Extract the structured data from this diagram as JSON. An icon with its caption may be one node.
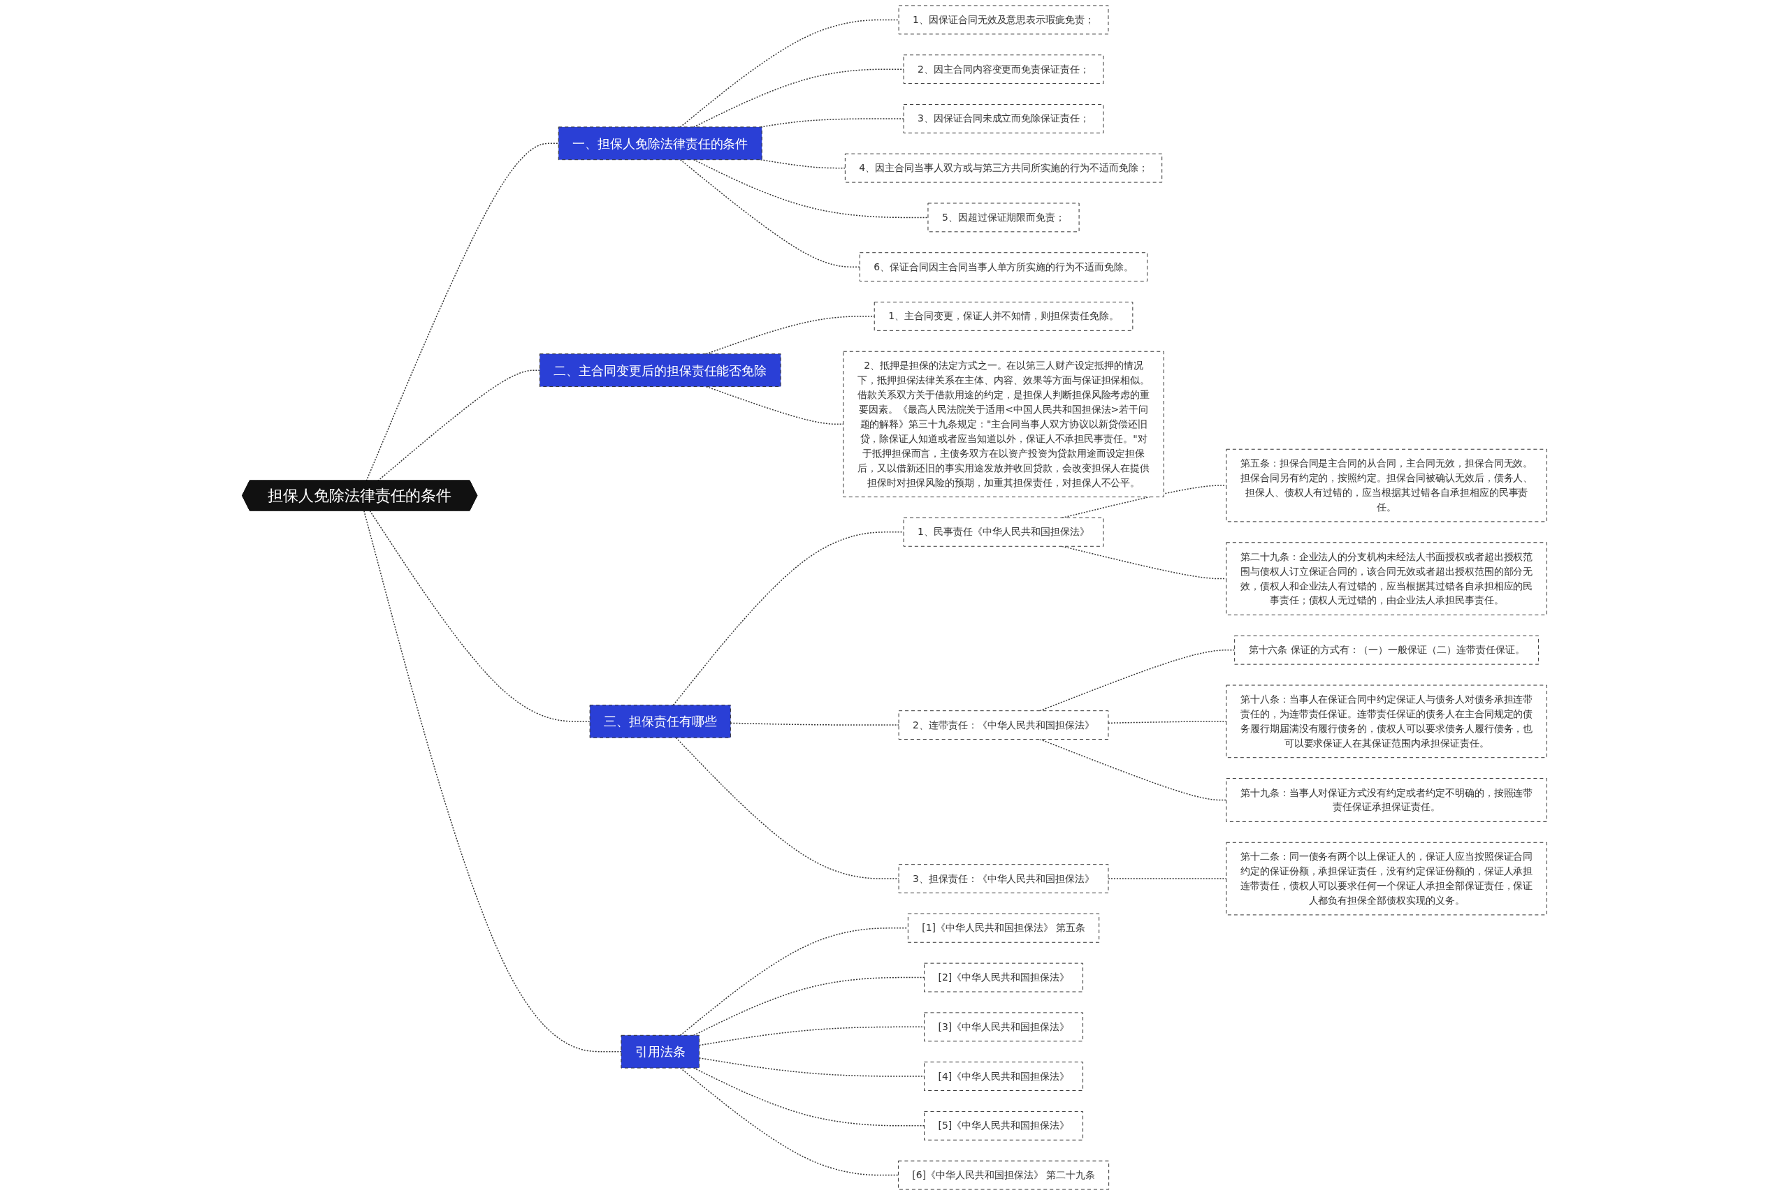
{
  "diagram": {
    "nodes": [
      {
        "text": [
          "担保人免除法律责任的条件"
        ]
      },
      {
        "text": [
          "一、担保人免除法律责任的条件"
        ]
      },
      {
        "text": [
          "1、因保证合同无效及意思表示瑕疵免责；"
        ]
      },
      {
        "text": [
          "2、因主合同内容变更而免责保证责任；"
        ]
      },
      {
        "text": [
          "3、因保证合同未成立而免除保证责任；"
        ]
      },
      {
        "text": [
          "4、因主合同当事人双方或与第三方共同所实施的行为不适而免除；"
        ]
      },
      {
        "text": [
          "5、因超过保证期限而免责；"
        ]
      },
      {
        "text": [
          "6、保证合同因主合同当事人单方所实施的行为不适而免除。"
        ]
      },
      {
        "text": [
          "二、主合同变更后的担保责任能否免除"
        ]
      },
      {
        "text": [
          "1、主合同变更，保证人并不知情，则担保责任免除。"
        ]
      },
      {
        "text": [
          "2、抵押是担保的法定方式之一。在以第三人财产设定抵押的情况下，抵押担保法律关系在主体、内容、效果等方面与保证担保相似。借款关系双方关于借款用途的约定，是担保人判断担保风险考虑的重要因素。《最高人民法院关于适用<中国人民共和国担保法>若干问题的解释》第三十九条规定：\"主合同当事人双方协议以新贷偿还旧贷，除保证人知道或者应当知道以外，保证人不承担民事责任。\"对于抵押担保而言，主债务双方在以资产投资为贷款用途而设定担保后，又以借新还旧的事实用途发放并收回贷款，会改变担保人在提供担保时对担保风险的预期，加重其担保责任，对担保人不公平。"
        ]
      },
      {
        "text": [
          "三、担保责任有哪些"
        ]
      },
      {
        "text": [
          "1、民事责任《中华人民共和国担保法》"
        ]
      },
      {
        "text": [
          "第五条：担保合同是主合同的从合同，主合同无效，担保合同无效。担保合同另有约定的，按照约定。担保合同被确认无效后，债务人、担保人、债权人有过错的，应当根据其过错各自承担相应的民事责任。"
        ]
      },
      {
        "text": [
          "第二十九条：企业法人的分支机构未经法人书面授权或者超出授权范围与债权人订立保证合同的，该合同无效或者超出授权范围的部分无效，债权人和企业法人有过错的，应当根据其过错各自承担相应的民事责任；债权人无过错的，由企业法人承担民事责任。"
        ]
      },
      {
        "text": [
          "2、连带责任：《中华人民共和国担保法》"
        ]
      },
      {
        "text": [
          "第十六条 保证的方式有：（一）一般保证（二）连带责任保证。"
        ]
      },
      {
        "text": [
          "第十八条：当事人在保证合同中约定保证人与债务人对债务承担连带责任的，为连带责任保证。连带责任保证的债务人在主合同规定的债务履行期届满没有履行债务的，债权人可以要求债务人履行债务，也可以要求保证人在其保证范围内承担保证责任。"
        ]
      },
      {
        "text": [
          "第十九条：当事人对保证方式没有约定或者约定不明确的，按照连带责任保证承担保证责任。"
        ]
      },
      {
        "text": [
          "3、担保责任：《中华人民共和国担保法》"
        ]
      },
      {
        "text": [
          "第十二条：同一债务有两个以上保证人的，保证人应当按照保证合同约定的保证份额，承担保证责任，没有约定保证份额的，保证人承担连带责任，债权人可以要求任何一个保证人承担全部保证责任，保证人都负有担保全部债权实现的义务。"
        ]
      },
      {
        "text": [
          "引用法条"
        ]
      },
      {
        "text": [
          "[1]《中华人民共和国担保法》 第五条"
        ]
      },
      {
        "text": [
          "[2]《中华人民共和国担保法》"
        ]
      },
      {
        "text": [
          "[3]《中华人民共和国担保法》"
        ]
      },
      {
        "text": [
          "[4]《中华人民共和国担保法》"
        ]
      },
      {
        "text": [
          "[5]《中华人民共和国担保法》"
        ]
      },
      {
        "text": [
          "[6]《中华人民共和国担保法》 第二十九条"
        ]
      }
    ],
    "edges": [
      {
        "from": 0,
        "to": 1,
        "arrow": "none",
        "style": "dashed"
      },
      {
        "from": 1,
        "to": 2,
        "arrow": "none",
        "style": "dashed"
      },
      {
        "from": 1,
        "to": 3,
        "arrow": "none",
        "style": "dashed"
      },
      {
        "from": 1,
        "to": 4,
        "arrow": "none",
        "style": "dashed"
      },
      {
        "from": 1,
        "to": 5,
        "arrow": "none",
        "style": "dashed"
      },
      {
        "from": 1,
        "to": 6,
        "arrow": "none",
        "style": "dashed"
      },
      {
        "from": 1,
        "to": 7,
        "arrow": "none",
        "style": "dashed"
      },
      {
        "from": 0,
        "to": 8,
        "arrow": "none",
        "style": "dashed"
      },
      {
        "from": 8,
        "to": 9,
        "arrow": "none",
        "style": "dashed"
      },
      {
        "from": 8,
        "to": 10,
        "arrow": "none",
        "style": "dashed"
      },
      {
        "from": 0,
        "to": 11,
        "arrow": "none",
        "style": "dashed"
      },
      {
        "from": 11,
        "to": 12,
        "arrow": "none",
        "style": "dashed"
      },
      {
        "from": 12,
        "to": 13,
        "arrow": "none",
        "style": "dashed"
      },
      {
        "from": 12,
        "to": 14,
        "arrow": "none",
        "style": "dashed"
      },
      {
        "from": 11,
        "to": 15,
        "arrow": "none",
        "style": "dashed"
      },
      {
        "from": 15,
        "to": 16,
        "arrow": "none",
        "style": "dashed"
      },
      {
        "from": 15,
        "to": 17,
        "arrow": "none",
        "style": "dashed"
      },
      {
        "from": 15,
        "to": 18,
        "arrow": "none",
        "style": "dashed"
      },
      {
        "from": 11,
        "to": 19,
        "arrow": "none",
        "style": "dashed"
      },
      {
        "from": 19,
        "to": 20,
        "arrow": "none",
        "style": "dashed"
      },
      {
        "from": 0,
        "to": 21,
        "arrow": "none",
        "style": "dashed"
      },
      {
        "from": 21,
        "to": 22,
        "arrow": "none",
        "style": "dashed"
      },
      {
        "from": 21,
        "to": 23,
        "arrow": "none",
        "style": "dashed"
      },
      {
        "from": 21,
        "to": 24,
        "arrow": "none",
        "style": "dashed"
      },
      {
        "from": 21,
        "to": 25,
        "arrow": "none",
        "style": "dashed"
      },
      {
        "from": 21,
        "to": 26,
        "arrow": "none",
        "style": "dashed"
      },
      {
        "from": 21,
        "to": 27,
        "arrow": "none",
        "style": "dashed"
      }
    ]
  }
}
